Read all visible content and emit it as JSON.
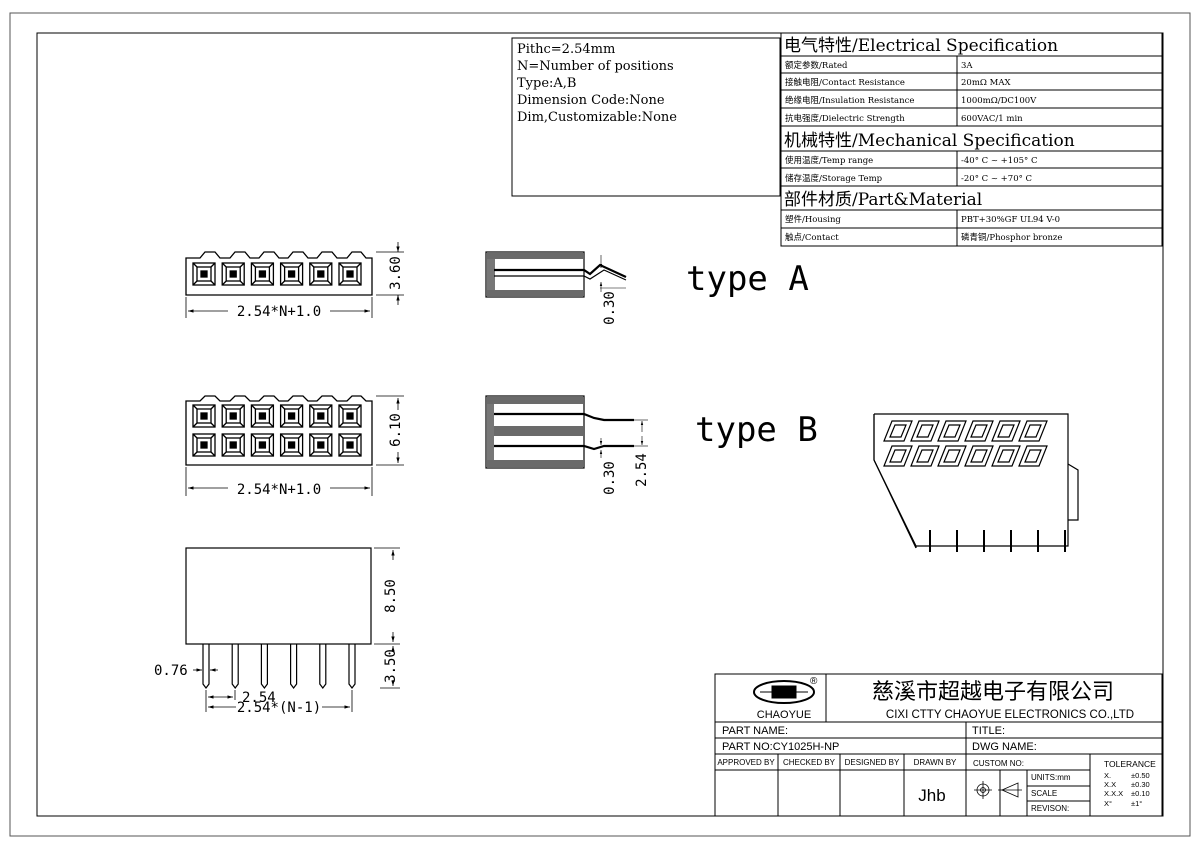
{
  "notes": {
    "pitch": "Pithc=2.54mm",
    "positions": "N=Number of positions",
    "type": "Type:A,B",
    "dim_code": "Dimension Code:None",
    "dim_custom": "Dim,Customizable:None"
  },
  "spec": {
    "electrical_title": "电气特性/Electrical Specification",
    "electrical_rows": [
      {
        "label": "额定参数/Rated",
        "value": "3A"
      },
      {
        "label": "接触电阻/Contact Resistance",
        "value": "20mΩ MAX"
      },
      {
        "label": "绝缘电阻/Insulation Resistance",
        "value": "1000mΩ/DC100V"
      },
      {
        "label": "抗电强度/Dielectric Strength",
        "value": "600VAC/1 min"
      }
    ],
    "mechanical_title": "机械特性/Mechanical Specification",
    "mechanical_rows": [
      {
        "label": "使用温度/Temp range",
        "value": "-40° C ~ +105° C"
      },
      {
        "label": "储存温度/Storage Temp",
        "value": "-20° C ~ +70° C"
      }
    ],
    "material_title": "部件材质/Part&Material",
    "material_rows": [
      {
        "label": "塑件/Housing",
        "value": "PBT+30%GF  UL94  V-0"
      },
      {
        "label": "触点/Contact",
        "value": "磷青铜/Phosphor bronze"
      }
    ]
  },
  "labels": {
    "type_a": "type A",
    "type_b": "type B",
    "width_a": "2.54*N+1.0",
    "height_a": "3.60",
    "width_b": "2.54*N+1.0",
    "height_b": "6.10",
    "pin_a": "0.30",
    "pin_b": "0.30",
    "pitch_b": "2.54",
    "side_height": "8.50",
    "pin_length": "3.50",
    "pin_width": "0.76",
    "pitch_bottom": "2.54",
    "span_bottom": "2.54*(N-1)"
  },
  "title_block": {
    "brand": "CHAOYUE",
    "registered": "®",
    "company_cn": "慈溪市超越电子有限公司",
    "company_en": "CIXI CTTY CHAOYUE ELECTRONICS CO.,LTD",
    "part_name_label": "PART NAME:",
    "title_label": "TITLE:",
    "part_no": "PART NO:CY1025H-NP",
    "dwg_name_label": "DWG NAME:",
    "approved_by": "APPROVED BY",
    "checked_by": "CHECKED BY",
    "designed_by": "DESIGNED BY",
    "drawn_by": "DRAWN BY",
    "drawn_by_value": "Jhb",
    "custom_no": "CUSTOM NO:",
    "units": "UNITS:mm",
    "scale": "SCALE",
    "revision": "REVISON:",
    "tolerance_title": "TOLERANCE",
    "tolerances": [
      {
        "fmt": "X.",
        "val": "±0.50"
      },
      {
        "fmt": "X.X",
        "val": "±0.30"
      },
      {
        "fmt": "X.X.X",
        "val": "±0.10"
      },
      {
        "fmt": "X°",
        "val": "±1°"
      }
    ]
  }
}
